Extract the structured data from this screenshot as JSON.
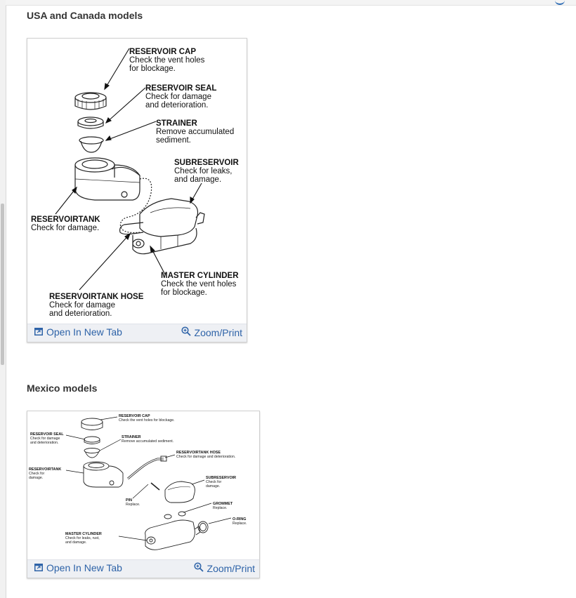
{
  "sections": [
    {
      "title": "USA and Canada models",
      "toolbar": {
        "open_label": "Open In New Tab",
        "zoom_label": "Zoom/Print"
      },
      "callouts": {
        "reservoir_cap": {
          "title": "RESERVOIR CAP",
          "l1": "Check the vent holes",
          "l2": "for blockage."
        },
        "reservoir_seal": {
          "title": "RESERVOIR SEAL",
          "l1": "Check for damage",
          "l2": "and deterioration."
        },
        "strainer": {
          "title": "STRAINER",
          "l1": "Remove accumulated",
          "l2": "sediment."
        },
        "subreservoir": {
          "title": "SUBRESERVOIR",
          "l1": "Check for leaks,",
          "l2": "and damage."
        },
        "reservoir_tank": {
          "title": "RESERVOIRTANK",
          "l1": "Check for damage."
        },
        "master_cylinder": {
          "title": "MASTER CYLINDER",
          "l1": "Check the vent holes",
          "l2": "for blockage."
        },
        "reservoir_tank_hose": {
          "title": "RESERVOIRTANK HOSE",
          "l1": "Check for damage",
          "l2": "and deterioration."
        }
      }
    },
    {
      "title": "Mexico models",
      "toolbar": {
        "open_label": "Open In New Tab",
        "zoom_label": "Zoom/Print"
      },
      "callouts": {
        "reservoir_cap": {
          "title": "RESERVOIR CAP",
          "l1": "Check the vent holes for blockage."
        },
        "reservoir_seal": {
          "title": "RESERVOIR SEAL",
          "l1": "Check for damage",
          "l2": "and deterioration."
        },
        "strainer": {
          "title": "STRAINER",
          "l1": "Remove accumulated sediment."
        },
        "reservoir_tank_hose": {
          "title": "RESERVOIRTANK HOSE",
          "l1": "Check for damage and deterioration."
        },
        "reservoir_tank": {
          "title": "RESERVOIRTANK",
          "l1": "Check for",
          "l2": "damage."
        },
        "subreservoir": {
          "title": "SUBRESERVOIR",
          "l1": "Check for",
          "l2": "damage."
        },
        "pin": {
          "title": "PIN",
          "l1": "Replace."
        },
        "grommet": {
          "title": "GROMMET",
          "l1": "Replace."
        },
        "o_ring": {
          "title": "O-RING",
          "l1": "Replace."
        },
        "master_cylinder": {
          "title": "MASTER CYLINDER",
          "l1": "Check for leaks, rust,",
          "l2": "and damage."
        }
      }
    }
  ],
  "icons": {
    "open": "open-new-tab-icon",
    "zoom": "zoom-icon"
  },
  "colors": {
    "link": "#2e63a8",
    "toolbar_bg": "#eef0f4"
  }
}
